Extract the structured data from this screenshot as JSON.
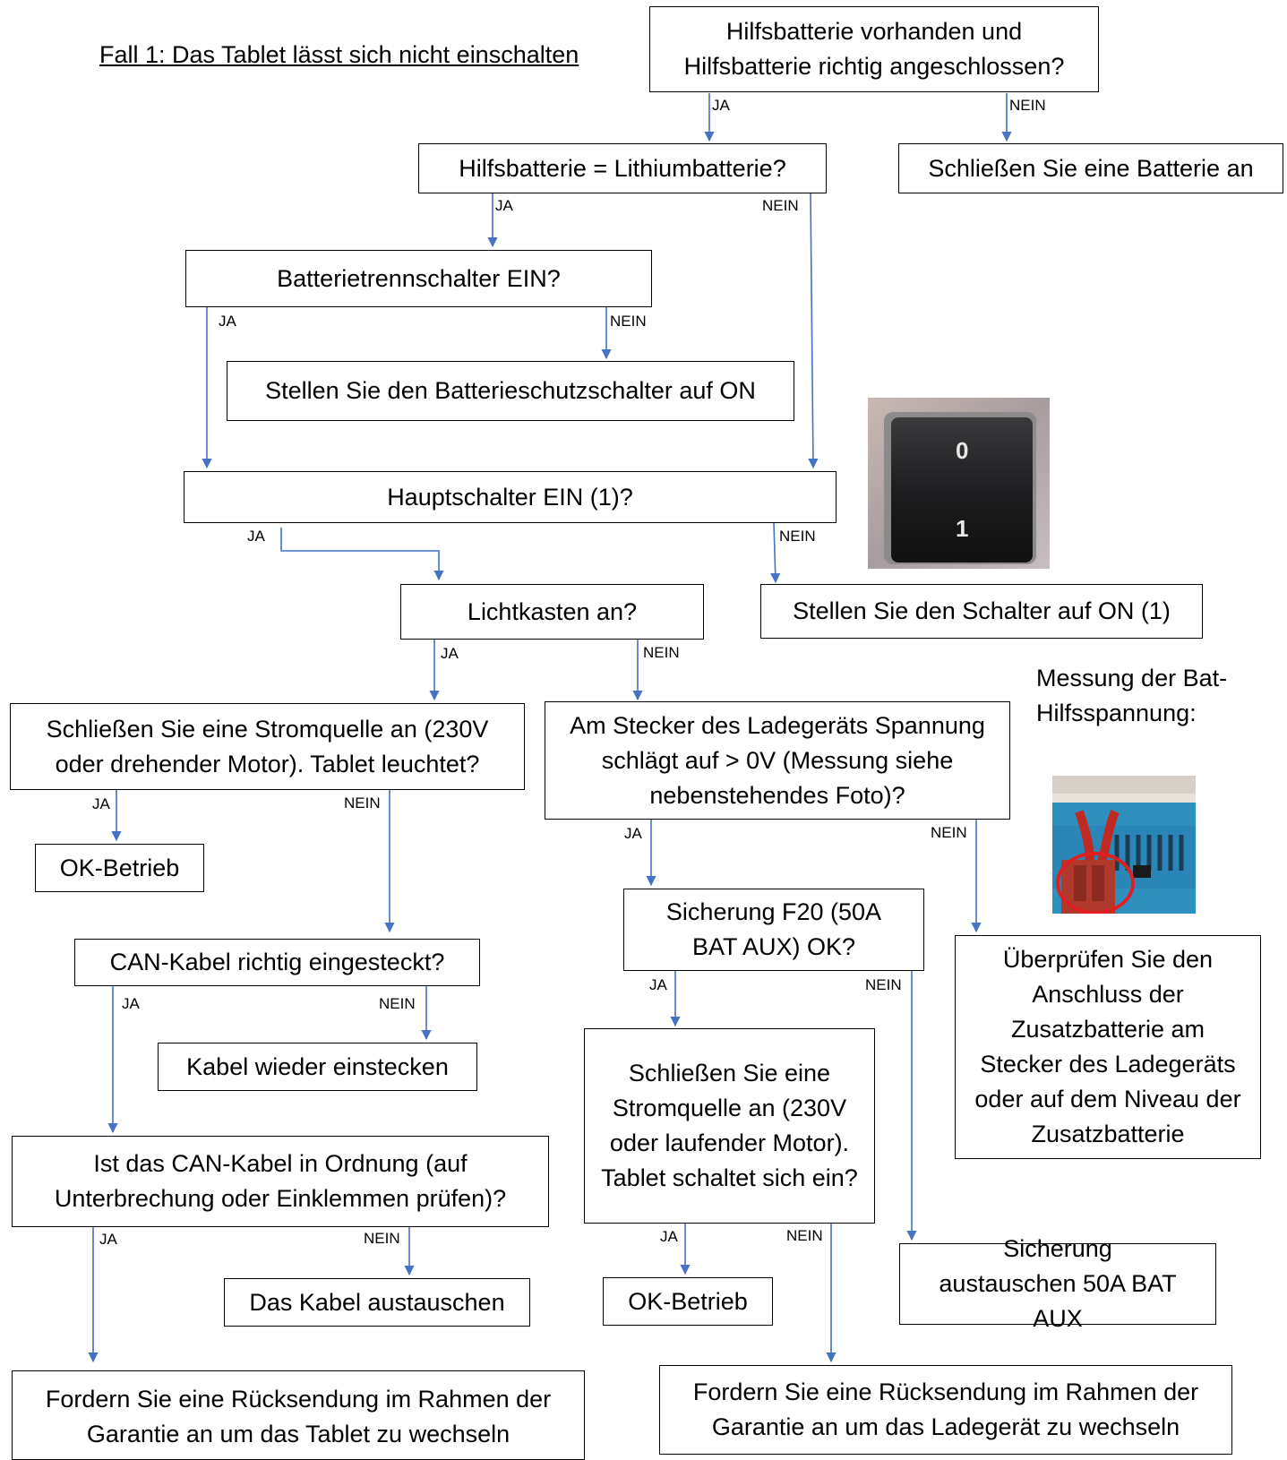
{
  "title": "Fall 1: Das Tablet lässt sich nicht einschalten",
  "nodes": {
    "hilfsbatterie_vorhanden": "Hilfsbatterie vorhanden und Hilfsbatterie richtig angeschlossen?",
    "batterie_anschliessen": "Schließen Sie eine Batterie an",
    "lithiumbatterie": "Hilfsbatterie = Lithiumbatterie?",
    "batterietrennschalter": "Batterietrennschalter EIN?",
    "batterieschutzschalter_on": "Stellen Sie den Batterieschutzschalter auf ON",
    "hauptschalter": "Hauptschalter EIN (1)?",
    "schalter_on": "Stellen Sie den Schalter auf ON (1)",
    "lichtkasten": "Lichtkasten an?",
    "stromquelle_tablet": "Schließen Sie eine Stromquelle an (230V oder drehender Motor). Tablet leuchtet?",
    "spannung_stecker": "Am Stecker des Ladegeräts Spannung schlägt auf > 0V (Messung siehe nebenstehendes Foto)?",
    "ok_betrieb_1": "OK-Betrieb",
    "can_kabel_eingesteckt": "CAN-Kabel richtig eingesteckt?",
    "kabel_einstecken": "Kabel wieder einstecken",
    "can_kabel_ordnung": "Ist das CAN-Kabel in Ordnung (auf Unterbrechung oder Einklemmen prüfen)?",
    "kabel_austauschen": "Das Kabel austauschen",
    "ruecksendung_tablet": "Fordern Sie eine Rücksendung im Rahmen der Garantie an um das Tablet zu wechseln",
    "sicherung_f20": "Sicherung F20 (50A BAT AUX) OK?",
    "stromquelle_laufend": "Schließen Sie eine Stromquelle an (230V oder laufender Motor). Tablet schaltet sich ein?",
    "ok_betrieb_2": "OK-Betrieb",
    "sicherung_austauschen": "Sicherung austauschen 50A BAT AUX",
    "ruecksendung_ladegeraet": "Fordern Sie eine Rücksendung im Rahmen der Garantie an um das Ladegerät zu wechseln",
    "zusatzbatterie_pruefen": "Überprüfen Sie den Anschluss der Zusatzbatterie am Stecker des Ladegeräts oder auf dem Niveau der Zusatzbatterie"
  },
  "note_text": "Messung der Bat-Hilfsspannung:",
  "switch_photo": {
    "label_top": "0",
    "label_bottom": "1"
  },
  "edge_labels": {
    "yes": "JA",
    "no": "NEIN"
  },
  "colors": {
    "arrow": "#4472C4",
    "marker_circle": "#E02020"
  }
}
